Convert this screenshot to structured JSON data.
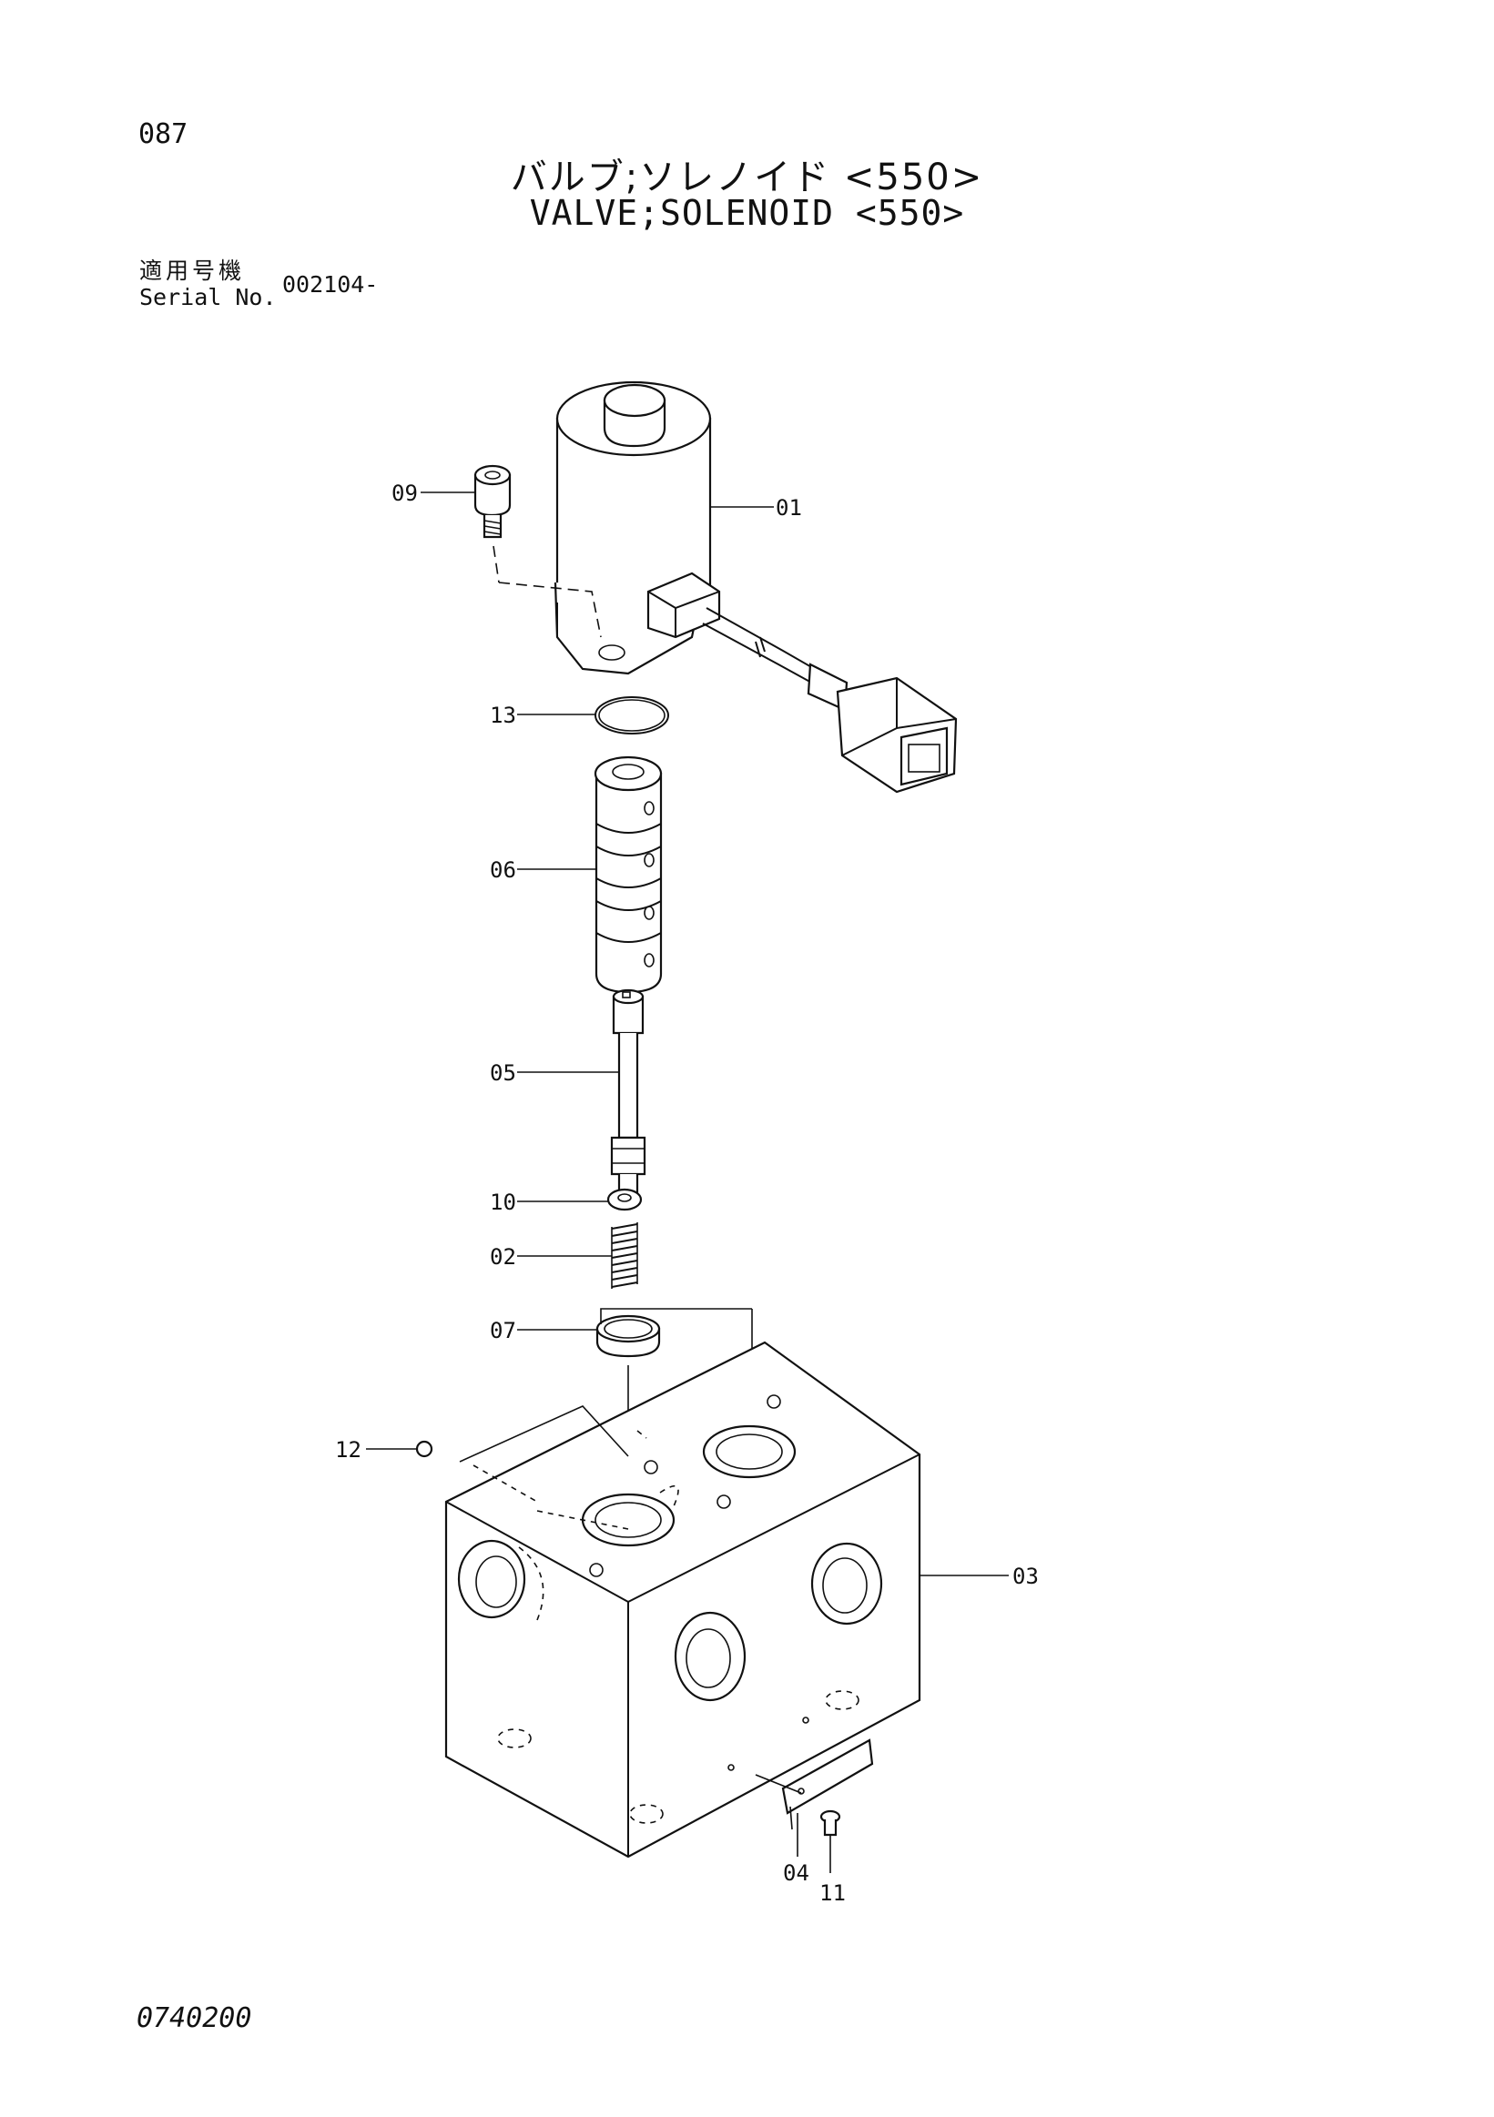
{
  "page_number": "087",
  "title_jp": "バルブ;ソレノイド <550>",
  "title_en": "VALVE;SOLENOID <550>",
  "serial": {
    "label_jp": "適用号機",
    "label_en": "Serial No.",
    "value": "002104-"
  },
  "parts": [
    {
      "id": "01"
    },
    {
      "id": "02"
    },
    {
      "id": "03"
    },
    {
      "id": "04"
    },
    {
      "id": "05"
    },
    {
      "id": "06"
    },
    {
      "id": "07"
    },
    {
      "id": "09"
    },
    {
      "id": "10"
    },
    {
      "id": "11"
    },
    {
      "id": "12"
    },
    {
      "id": "13"
    }
  ],
  "footer_code": "0740200"
}
